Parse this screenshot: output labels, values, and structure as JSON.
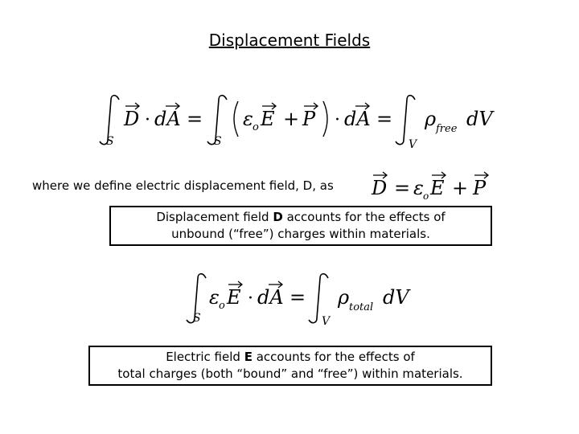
{
  "title": "Displacement Fields",
  "intro_text": "where we define electric displacement field, D, as",
  "eq_main": {
    "int_sub_S": "S",
    "int_sub_V": "V",
    "D": "D",
    "dot": "·",
    "dA": "dA",
    "eq": "=",
    "eps": "ε",
    "eps_sub": "o",
    "E": "E",
    "plus": "+",
    "P": "P",
    "rho": "ρ",
    "rho_sub_free": "free",
    "dV": "dV"
  },
  "eq_def": {
    "D": "D",
    "eq": "=",
    "eps": "ε",
    "eps_sub": "o",
    "E": "E",
    "plus": "+",
    "P": "P"
  },
  "eq_total": {
    "eps": "ε",
    "eps_sub": "o",
    "E": "E",
    "dot": "·",
    "dA": "dA",
    "eq": "=",
    "rho": "ρ",
    "rho_sub_total": "total",
    "dV": "dV",
    "int_sub_S": "S",
    "int_sub_V": "V"
  },
  "box1": {
    "line1_pre": "Displacement field ",
    "line1_bold": "D",
    "line1_post": " accounts for the effects of",
    "line2": "unbound (“free”) charges within materials."
  },
  "box2": {
    "line1_pre": "Electric field ",
    "line1_bold": "E",
    "line1_post": " accounts for the effects of",
    "line2": "total charges (both “bound” and “free”) within materials."
  }
}
